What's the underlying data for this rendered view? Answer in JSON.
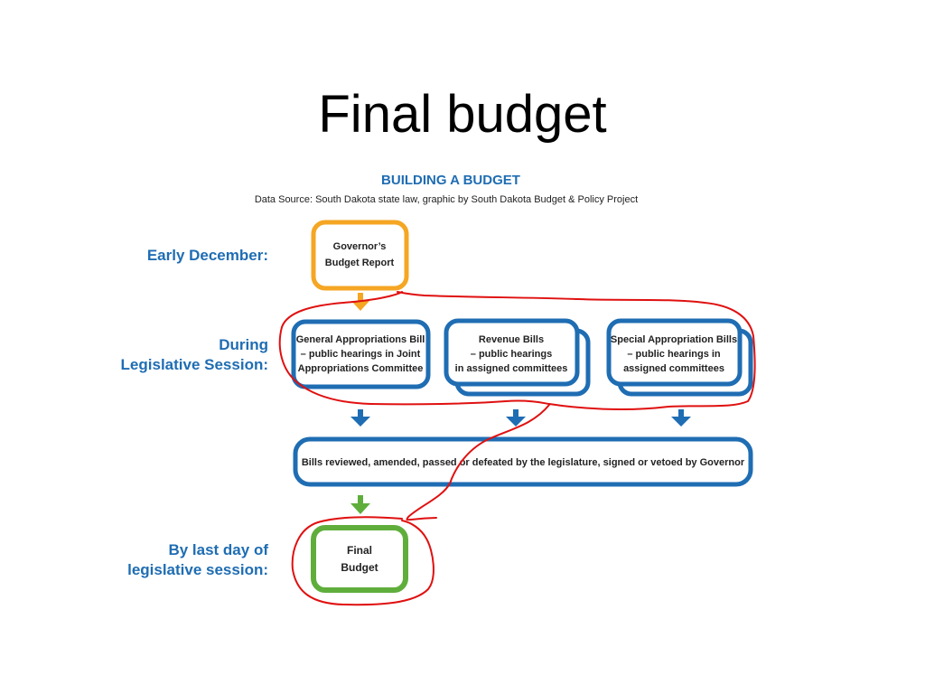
{
  "slide": {
    "title": "Final budget"
  },
  "figure": {
    "title": "BUILDING A BUDGET",
    "source": "Data Source: South Dakota state law, graphic by South Dakota Budget & Policy Project"
  },
  "stages": {
    "early_december": "Early December:",
    "during_line1": "During",
    "during_line2": "Legislative Session:",
    "last_day_line1": "By last day of",
    "last_day_line2": "legislative session:"
  },
  "boxes": {
    "governor": {
      "line1": "Governor’s",
      "line2": "Budget Report"
    },
    "general": {
      "line1": "General Appropriations Bill",
      "line2": "– public hearings in Joint",
      "line3": "Appropriations Committee"
    },
    "revenue": {
      "line1": "Revenue Bills",
      "line2": "– public hearings",
      "line3": "in assigned committees"
    },
    "special": {
      "line1": "Special Appropriation Bills",
      "line2": "– public hearings in",
      "line3": "assigned committees"
    },
    "review": {
      "text": "Bills reviewed, amended, passed or defeated by the legislature, signed or vetoed by Governor"
    },
    "final": {
      "line1": "Final",
      "line2": "Budget"
    }
  },
  "colors": {
    "blue": "#1f6db3",
    "orange": "#f5a623",
    "green": "#5fae3c",
    "annotation_red": "#e01010"
  }
}
